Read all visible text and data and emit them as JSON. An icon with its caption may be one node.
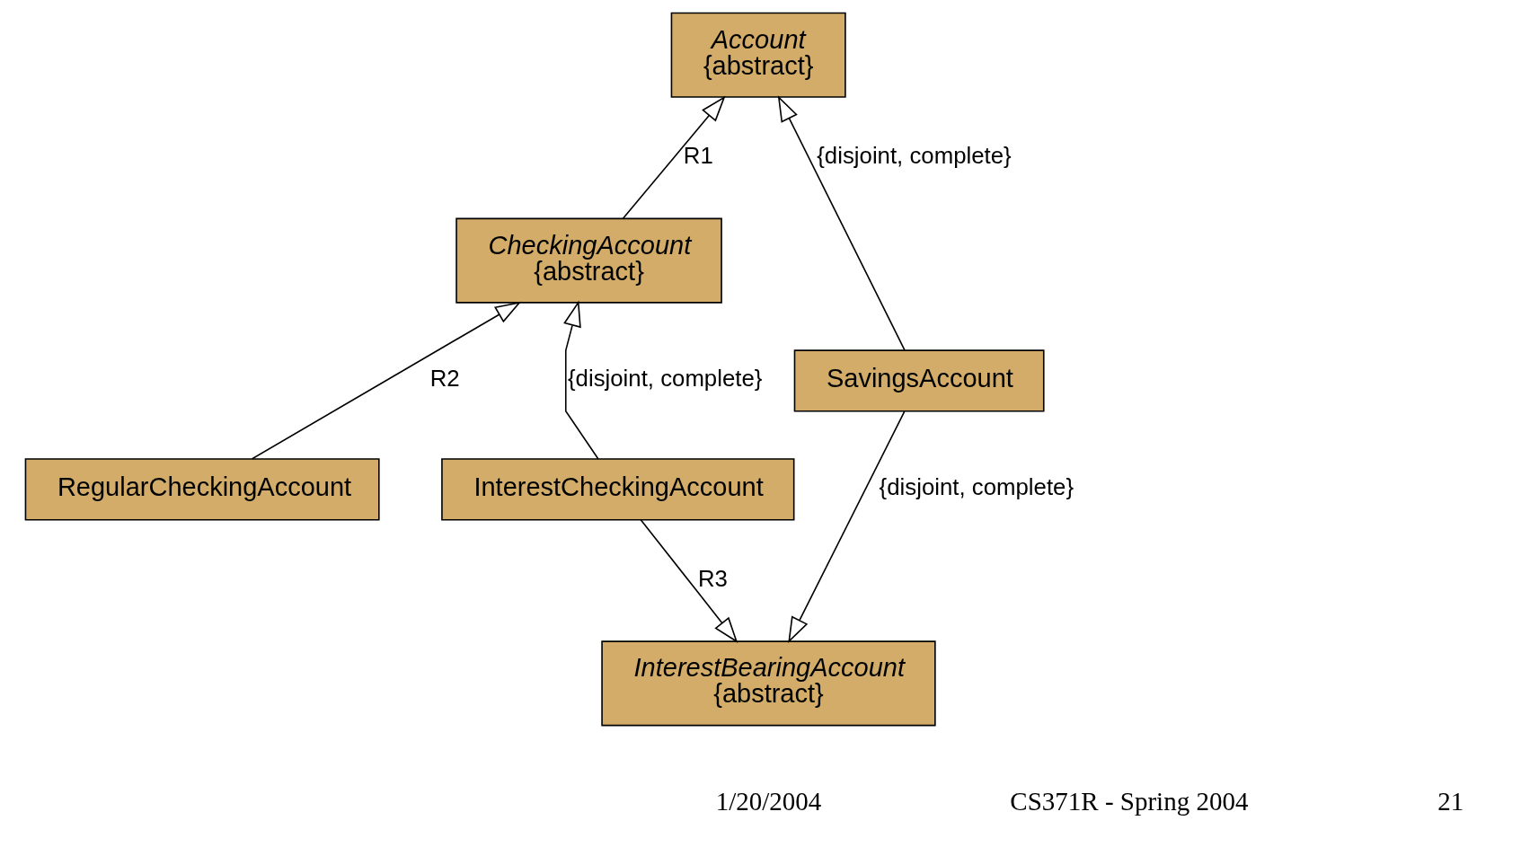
{
  "diagram": {
    "nodes": [
      {
        "text": [
          "Account",
          "{abstract}"
        ]
      },
      {
        "text": [
          "CheckingAccount",
          "{abstract}"
        ]
      },
      {
        "text": [
          "SavingsAccount"
        ]
      },
      {
        "text": [
          "RegularCheckingAccount"
        ]
      },
      {
        "text": [
          "InterestCheckingAccount"
        ]
      },
      {
        "text": [
          "InterestBearingAccount",
          "{abstract}"
        ]
      }
    ],
    "edges": [
      {
        "from": 1,
        "to": 0,
        "arrow": "to",
        "label": "R1"
      },
      {
        "from": 2,
        "to": 0,
        "arrow": "to",
        "label": "{disjoint, complete}"
      },
      {
        "from": 3,
        "to": 1,
        "arrow": "to",
        "label": "R2"
      },
      {
        "from": 4,
        "to": 1,
        "arrow": "to",
        "label": "{disjoint, complete}"
      },
      {
        "from": 4,
        "to": 5,
        "arrow": "to",
        "label": "R3"
      },
      {
        "from": 2,
        "to": 5,
        "arrow": "to",
        "label": "{disjoint, complete}"
      }
    ],
    "labels": [
      "1/20/2004",
      "CS371R - Spring 2004",
      "21"
    ]
  }
}
